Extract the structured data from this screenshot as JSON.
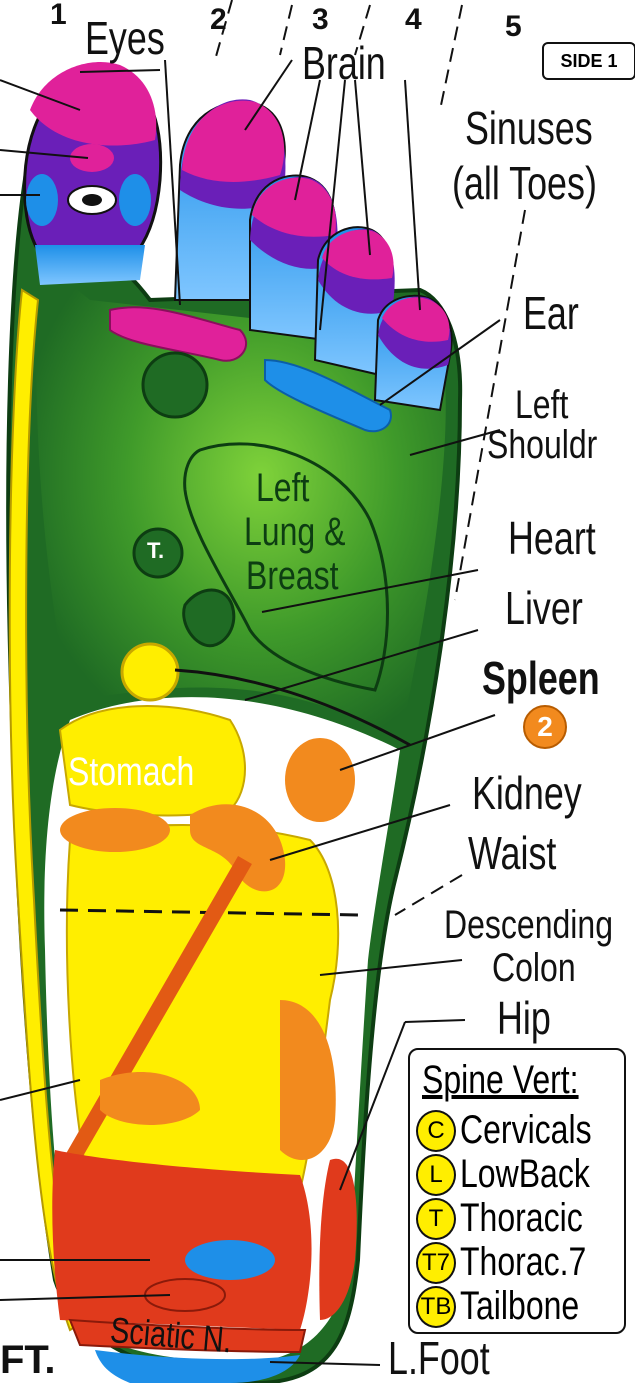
{
  "toe_numbers": [
    "1",
    "2",
    "3",
    "4",
    "5"
  ],
  "side_badge": "SIDE 1",
  "labels": {
    "eyes": "Eyes",
    "brain": "Brain",
    "sinuses_1": "Sinuses",
    "sinuses_2": "(all Toes)",
    "ear": "Ear",
    "left_1": "Left",
    "shoulder": "Shouldr",
    "heart": "Heart",
    "liver": "Liver",
    "spleen": "Spleen",
    "spleen_badge": "2",
    "kidney": "Kidney",
    "waist": "Waist",
    "descending": "Descending",
    "colon": "Colon",
    "hip": "Hip",
    "lung_1": "Left",
    "lung_2": "Lung &",
    "lung_3": "Breast",
    "stomach": "Stomach",
    "sciatic": "Sciatic N.",
    "thymus": "T.",
    "foot_name": "L.Foot",
    "left_edge": "FT."
  },
  "legend": {
    "title": "Spine Vert:",
    "items": [
      {
        "symbol": "C",
        "label": "Cervicals"
      },
      {
        "symbol": "L",
        "label": "LowBack"
      },
      {
        "symbol": "T",
        "label": "Thoracic"
      },
      {
        "symbol": "T7",
        "label": "Thorac.7"
      },
      {
        "symbol": "TB",
        "label": "Tailbone"
      }
    ]
  },
  "colors": {
    "dark_green": "#1f6b24",
    "light_green": "#5fb52c",
    "magenta": "#e0219a",
    "purple": "#6a1fb8",
    "blue": "#1e8fe8",
    "yellow": "#ffee00",
    "orange": "#f28a1e",
    "red": "#e03a1c"
  }
}
